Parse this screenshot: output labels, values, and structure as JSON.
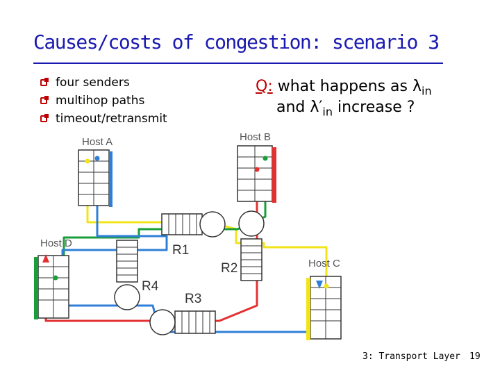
{
  "slide": {
    "title": "Causes/costs of congestion: scenario 3",
    "bullets": [
      "four senders",
      "multihop paths",
      "timeout/retransmit"
    ],
    "question": {
      "prefix": "Q:",
      "line1": "what happens as",
      "lambda": "λ",
      "sub": "in",
      "line2_and": "and",
      "lambda_prime": "λ′",
      "line2_rest": "increase ?"
    },
    "footer": {
      "chapter": "3: Transport Layer",
      "page": "19"
    }
  },
  "diagram": {
    "hosts": [
      "Host A",
      "Host B",
      "Host C",
      "Host D"
    ],
    "routers": [
      "R1",
      "R2",
      "R3",
      "R4"
    ],
    "paths": [
      {
        "color": "#f2e418"
      },
      {
        "color": "#1a9e3a"
      },
      {
        "color": "#e53030"
      },
      {
        "color": "#2f7fd8"
      }
    ]
  }
}
